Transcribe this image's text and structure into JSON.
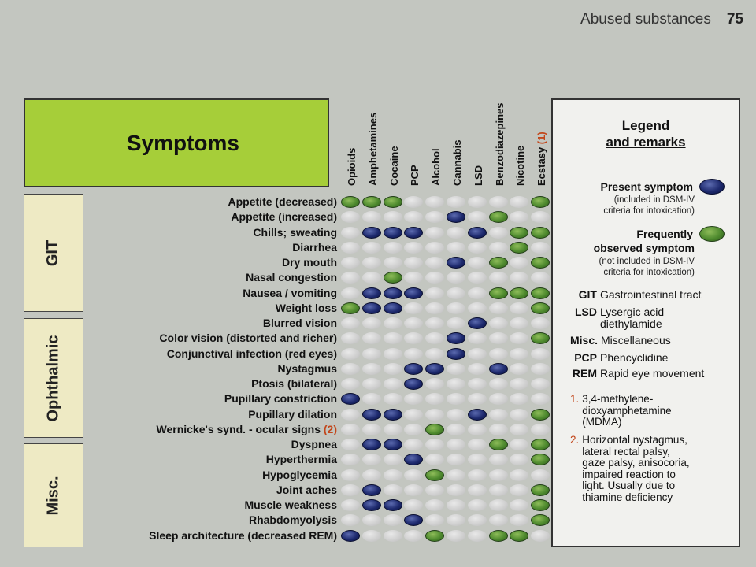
{
  "header": {
    "running_title": "Abused substances",
    "page_number": "75"
  },
  "table": {
    "title": "Symptoms",
    "columns": [
      {
        "label": "Opioids"
      },
      {
        "label": "Amphetamines"
      },
      {
        "label": "Cocaine"
      },
      {
        "label": "PCP"
      },
      {
        "label": "Alcohol"
      },
      {
        "label": "Cannabis"
      },
      {
        "label": "LSD"
      },
      {
        "label": "Benzodiazepines"
      },
      {
        "label": "Nicotine"
      },
      {
        "label": "Ecstasy",
        "ref": "(1)"
      }
    ],
    "sections": [
      {
        "label": "GIT",
        "rows": [
          {
            "symptom": "Appetite (decreased)",
            "cells": "FFF......F"
          },
          {
            "symptom": "Appetite (increased)",
            "cells": ".....P.F.."
          },
          {
            "symptom": "Chills; sweating",
            "cells": ".PPP..P.FF"
          },
          {
            "symptom": "Diarrhea",
            "cells": "........F."
          },
          {
            "symptom": "Dry mouth",
            "cells": ".....P.F.F"
          },
          {
            "symptom": "Nasal congestion",
            "cells": "..F......."
          },
          {
            "symptom": "Nausea / vomiting",
            "cells": ".PPP...FFF"
          },
          {
            "symptom": "Weight loss",
            "cells": "FPP......F"
          }
        ]
      },
      {
        "label": "Ophthalmic",
        "rows": [
          {
            "symptom": "Blurred vision",
            "cells": "......P..."
          },
          {
            "symptom": "Color vision (distorted and richer)",
            "cells": ".....P...F"
          },
          {
            "symptom": "Conjunctival infection (red eyes)",
            "cells": ".....P...."
          },
          {
            "symptom": "Nystagmus",
            "cells": "...PP..P.."
          },
          {
            "symptom": "Ptosis (bilateral)",
            "cells": "...P......"
          },
          {
            "symptom": "Pupillary constriction",
            "cells": "P........."
          },
          {
            "symptom": "Pupillary dilation",
            "cells": ".PP...P..F"
          },
          {
            "symptom": "Wernicke's synd. - ocular signs",
            "ref": "(2)",
            "cells": "....F....."
          }
        ]
      },
      {
        "label": "Misc.",
        "rows": [
          {
            "symptom": "Dyspnea",
            "cells": ".PP....F.F"
          },
          {
            "symptom": "Hyperthermia",
            "cells": "...P.....F"
          },
          {
            "symptom": "Hypoglycemia",
            "cells": "....F....."
          },
          {
            "symptom": "Joint aches",
            "cells": ".P.......F"
          },
          {
            "symptom": "Muscle weakness",
            "cells": ".PP......F"
          },
          {
            "symptom": "Rhabdomyolysis",
            "cells": "...P.....F"
          },
          {
            "symptom": "Sleep architecture (decreased REM)",
            "cells": "P...F..FF."
          }
        ]
      }
    ]
  },
  "legend": {
    "title_line1": "Legend",
    "title_line2": "and remarks",
    "present_label": "Present symptom",
    "present_note_1": "(included in DSM-IV",
    "present_note_2": "criteria for intoxication)",
    "frequent_label_1": "Frequently",
    "frequent_label_2": "observed symptom",
    "frequent_note_1": "(not included in DSM-IV",
    "frequent_note_2": "criteria for intoxication)",
    "abbreviations": [
      {
        "abbr": "GIT",
        "term_1": "Gastrointestinal tract",
        "term_2": ""
      },
      {
        "abbr": "LSD",
        "term_1": "Lysergic acid",
        "term_2": "diethylamide"
      },
      {
        "abbr": "Misc.",
        "term_1": "Miscellaneous",
        "term_2": ""
      },
      {
        "abbr": "PCP",
        "term_1": "Phencyclidine",
        "term_2": ""
      },
      {
        "abbr": "REM",
        "term_1": "Rapid eye movement",
        "term_2": ""
      }
    ],
    "remarks": [
      {
        "number": "1.",
        "text": "3,4-methylene-\ndioxyamphetamine\n(MDMA)"
      },
      {
        "number": "2.",
        "text": "Horizontal nystagmus,\nlateral rectal palsy,\ngaze palsy, anisocoria,\nimpaired reaction to\nlight. Usually due to\nthiamine deficiency"
      }
    ]
  },
  "colors": {
    "present": "#1e2a6e",
    "frequent": "#4e8a2e",
    "title_box": "#a6ce39",
    "section_tab": "#eeeac4",
    "reference": "#c2461a"
  }
}
